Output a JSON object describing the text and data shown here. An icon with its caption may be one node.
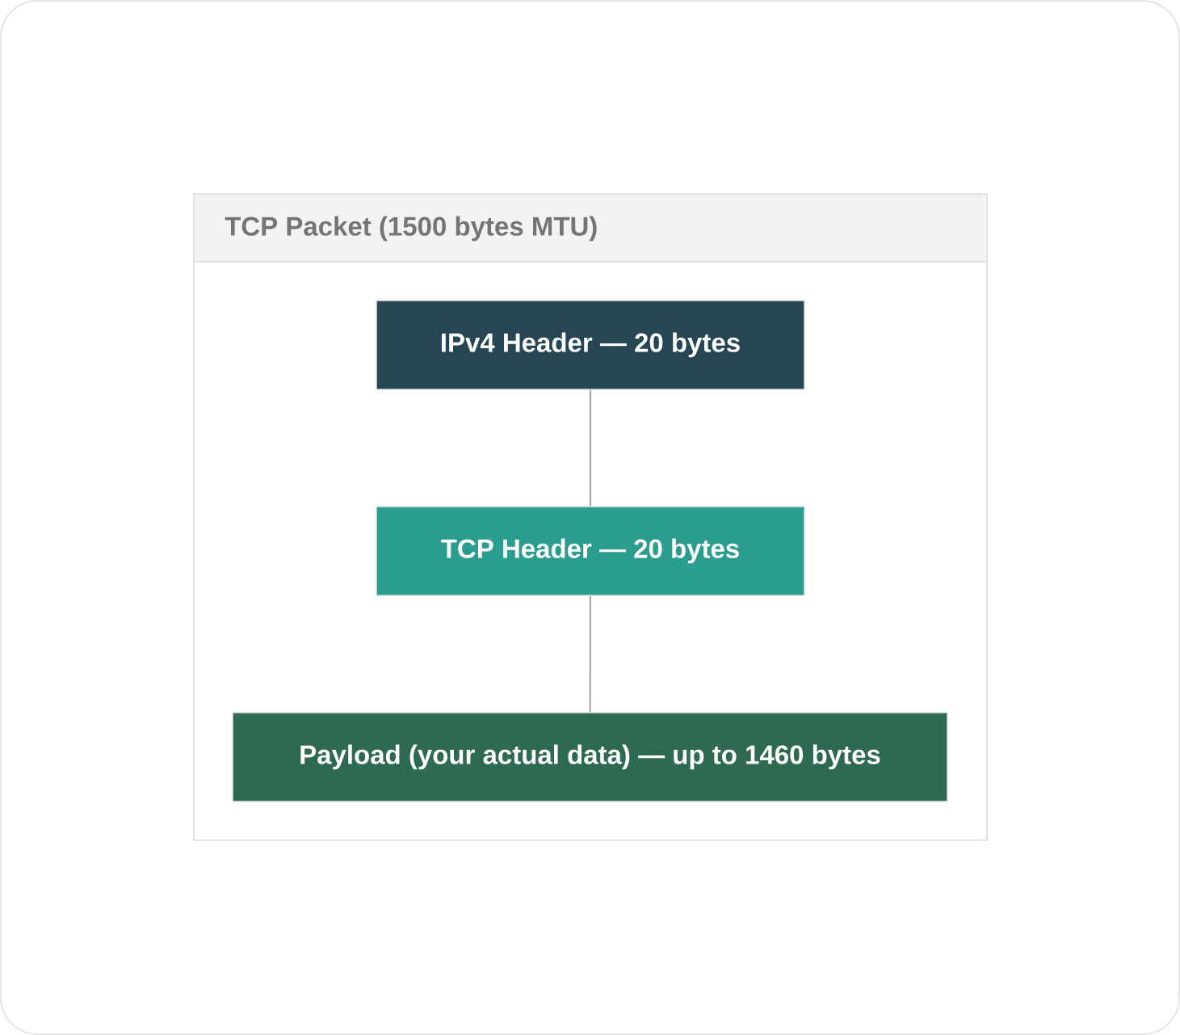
{
  "diagram": {
    "nodes": [
      {
        "text": [
          "TCP Packet (1500 bytes MTU)"
        ]
      },
      {
        "text": [
          "IPv4 Header — 20 bytes"
        ],
        "in": 0
      },
      {
        "text": [
          "TCP Header — 20 bytes"
        ],
        "in": 0
      },
      {
        "text": [
          "Payload (your actual data) — up to 1460 bytes"
        ],
        "in": 0
      }
    ],
    "edges": [
      {
        "from": 1,
        "to": 2,
        "arrow": "none"
      },
      {
        "from": 2,
        "to": 3,
        "arrow": "none"
      }
    ]
  }
}
